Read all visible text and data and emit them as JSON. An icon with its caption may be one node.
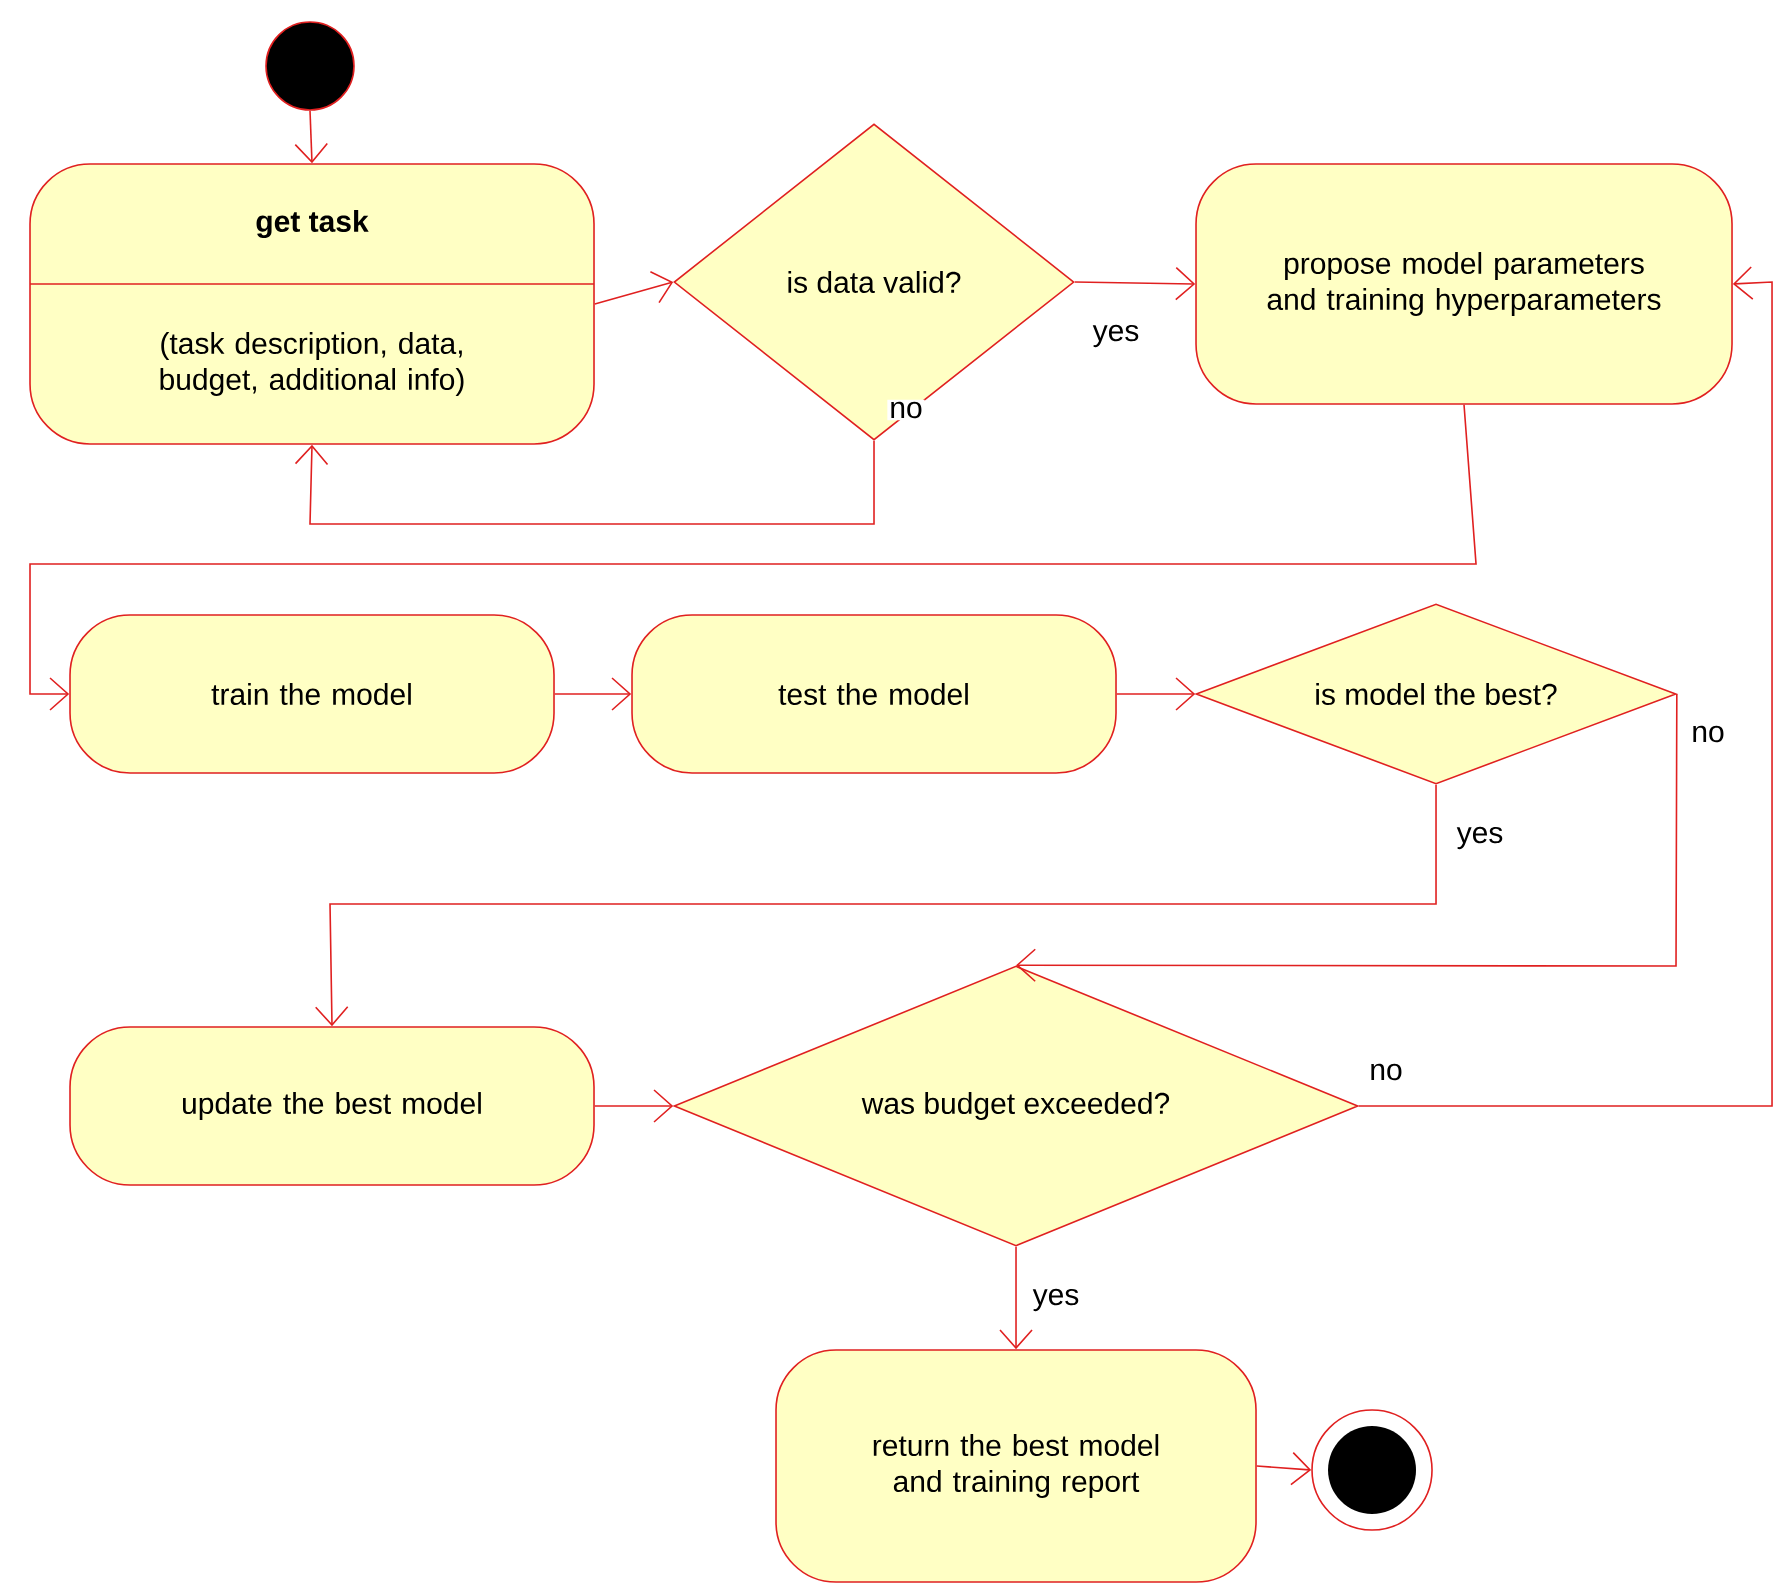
{
  "diagram": {
    "nodes": [
      {
        "text": [],
        "shape": "circle"
      },
      {
        "text": [
          "get task",
          "(task description, data, budget, additional info)"
        ]
      },
      {
        "text": [
          "is data valid?"
        ]
      },
      {
        "text": [
          "propose model parameters and training hyperparameters"
        ]
      },
      {
        "text": [
          "train the model"
        ]
      },
      {
        "text": [
          "test the model"
        ]
      },
      {
        "text": [
          "is model the best?"
        ]
      },
      {
        "text": [
          "update the best model"
        ]
      },
      {
        "text": [
          "was budget exceeded?"
        ]
      },
      {
        "text": [
          "return the best model and training report"
        ]
      },
      {
        "text": [],
        "shape": "bullseye"
      }
    ],
    "edges": [
      {
        "from": 0,
        "to": 1,
        "arrow": "to"
      },
      {
        "from": 1,
        "to": 2,
        "arrow": "to"
      },
      {
        "from": 2,
        "to": 3,
        "arrow": "to",
        "label": "yes"
      },
      {
        "from": 2,
        "to": 1,
        "arrow": "to",
        "label": "no"
      },
      {
        "from": 3,
        "to": 4,
        "arrow": "to"
      },
      {
        "from": 4,
        "to": 5,
        "arrow": "to"
      },
      {
        "from": 5,
        "to": 6,
        "arrow": "to"
      },
      {
        "from": 6,
        "to": 7,
        "arrow": "to",
        "label": "yes"
      },
      {
        "from": 6,
        "to": 8,
        "arrow": "to",
        "label": "no"
      },
      {
        "from": 7,
        "to": 8,
        "arrow": "to"
      },
      {
        "from": 8,
        "to": 9,
        "arrow": "to",
        "label": "yes"
      },
      {
        "from": 8,
        "to": 3,
        "arrow": "to",
        "label": "no"
      },
      {
        "from": 9,
        "to": 10,
        "arrow": "to"
      }
    ]
  }
}
